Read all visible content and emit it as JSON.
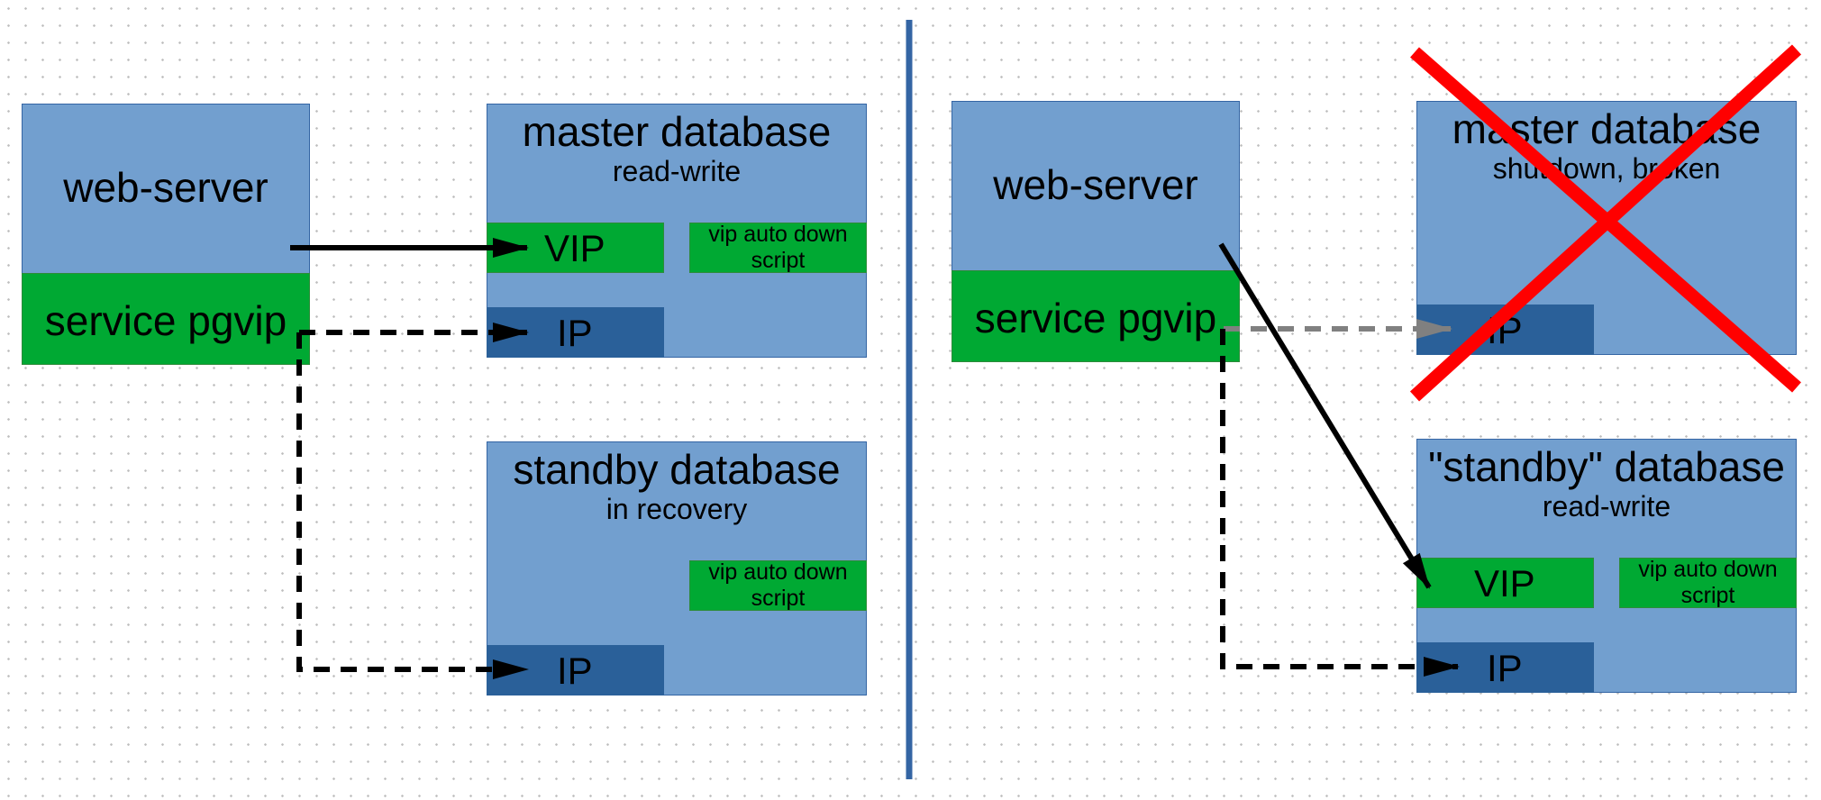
{
  "left": {
    "web_server": "web-server",
    "service": "service pgvip",
    "master": {
      "title": "master database",
      "subtitle": "read-write",
      "vip": "VIP",
      "vip_script": [
        "vip auto down",
        "script"
      ],
      "ip": "IP"
    },
    "standby": {
      "title": "standby database",
      "subtitle": "in recovery",
      "vip_script": [
        "vip auto down",
        "script"
      ],
      "ip": "IP"
    }
  },
  "right": {
    "web_server": "web-server",
    "service": "service pgvip",
    "master": {
      "title": "master database",
      "subtitle": "shutdown, broken",
      "ip": "IP"
    },
    "standby": {
      "title": "\"standby\" database",
      "subtitle": "read-write",
      "vip": "VIP",
      "vip_script": [
        "vip auto down",
        "script"
      ],
      "ip": "IP"
    }
  },
  "colors": {
    "box_light": "#729fcf",
    "box_green": "#00a933",
    "box_dark": "#2a6099",
    "divider": "#3465a4",
    "cross": "#ff0000",
    "arrow_failed": "#808080"
  }
}
